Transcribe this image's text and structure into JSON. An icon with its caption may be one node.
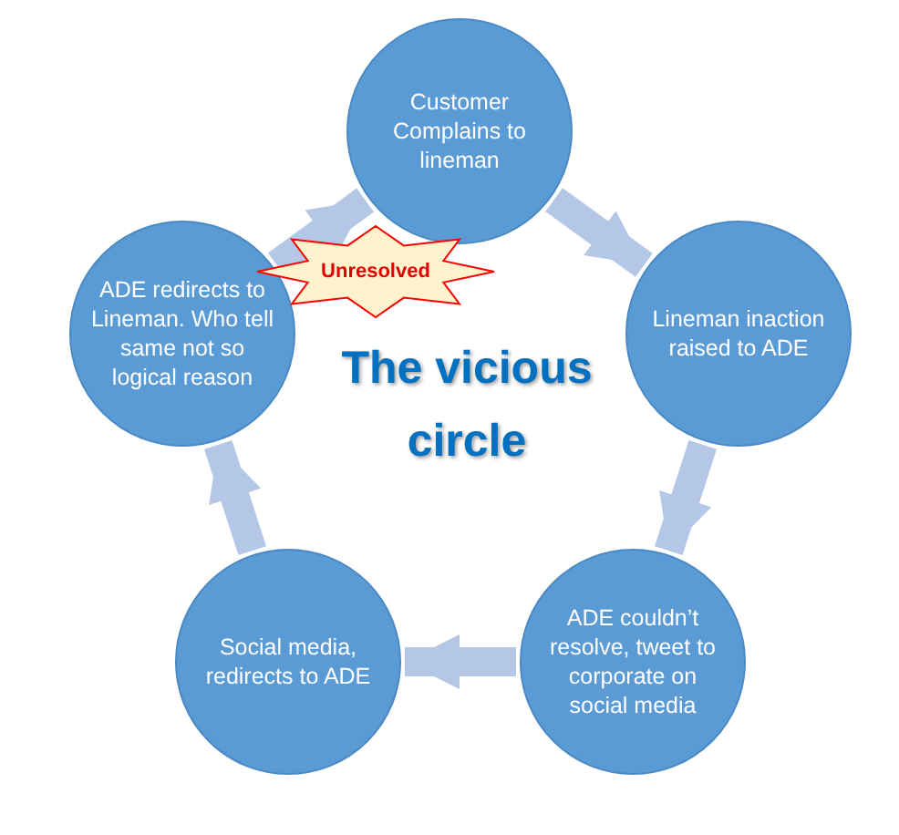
{
  "diagram": {
    "title": "The vicious circle",
    "nodes": [
      {
        "text": [
          "Customer Complains to lineman"
        ]
      },
      {
        "text": [
          "Lineman inaction raised to ADE"
        ]
      },
      {
        "text": [
          "ADE couldn’t resolve, tweet to corporate on social media"
        ]
      },
      {
        "text": [
          "Social media, redirects to ADE"
        ]
      },
      {
        "text": [
          "ADE redirects to Lineman. Who tell same not so logical reason"
        ]
      },
      {
        "text": [
          "Unresolved"
        ]
      }
    ],
    "edges": [
      {
        "from": 0,
        "to": 1,
        "arrow": "to"
      },
      {
        "from": 1,
        "to": 2,
        "arrow": "to"
      },
      {
        "from": 2,
        "to": 3,
        "arrow": "to"
      },
      {
        "from": 3,
        "to": 4,
        "arrow": "to"
      },
      {
        "from": 4,
        "to": 0,
        "arrow": "to"
      }
    ]
  }
}
